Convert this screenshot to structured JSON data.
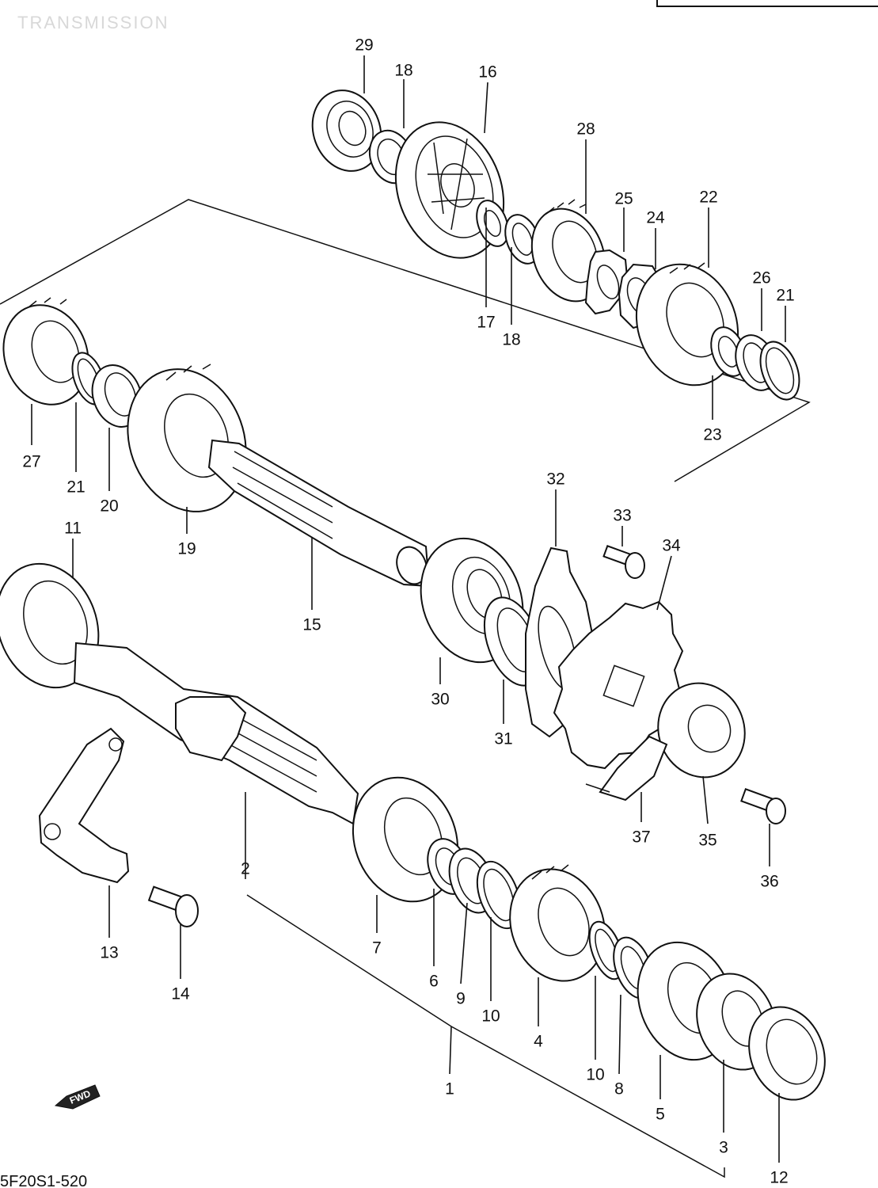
{
  "header": {
    "watermark": "TRANSMISSION"
  },
  "footer": {
    "code": "5F20S1-520"
  },
  "fwd_label": "FWD",
  "callouts": [
    "29",
    "18",
    "16",
    "28",
    "25",
    "24",
    "22",
    "26",
    "21",
    "17",
    "18",
    "23",
    "27",
    "21",
    "20",
    "19",
    "15",
    "11",
    "32",
    "33",
    "34",
    "30",
    "31",
    "37",
    "35",
    "36",
    "13",
    "14",
    "2",
    "7",
    "6",
    "9",
    "10",
    "4",
    "10",
    "8",
    "5",
    "3",
    "1",
    "12"
  ]
}
